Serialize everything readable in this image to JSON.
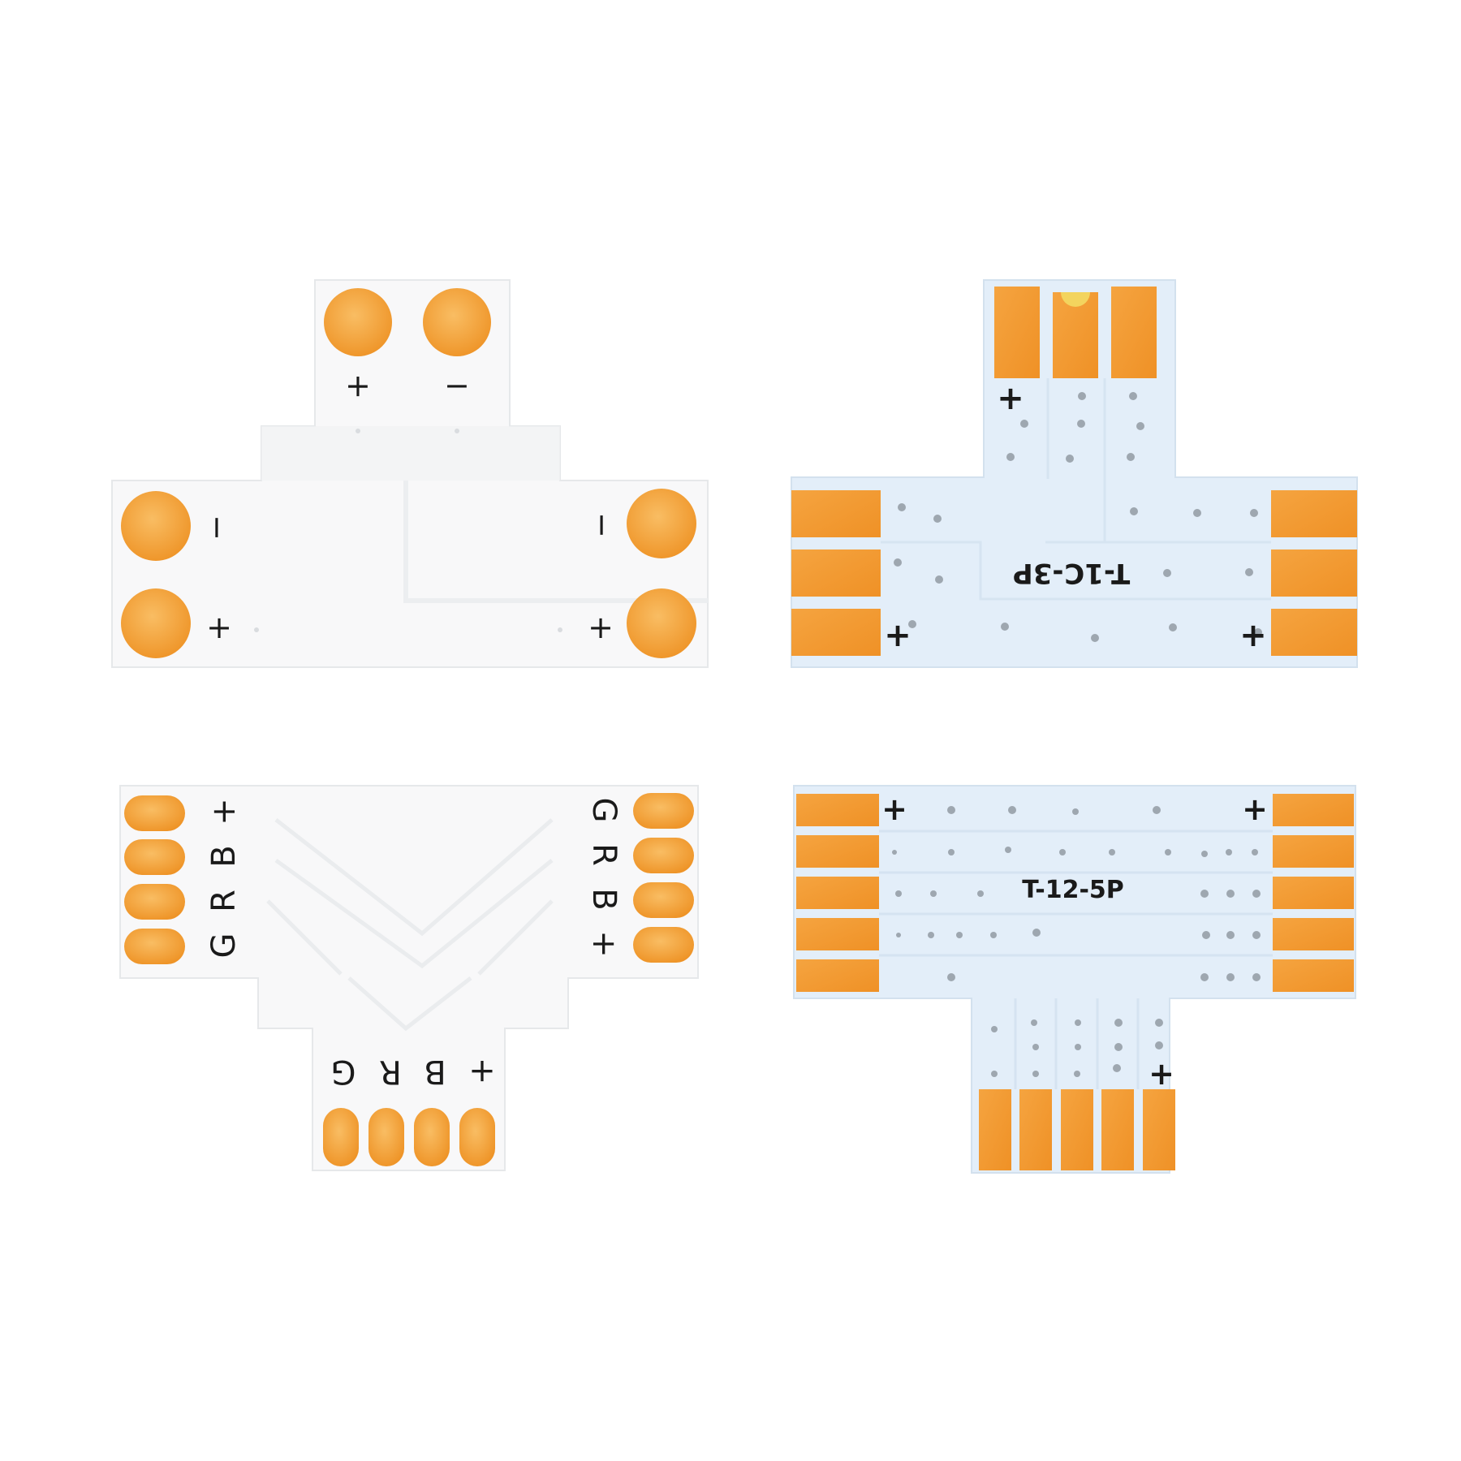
{
  "colors": {
    "background": "#ffffff",
    "board_white": "#f7f8f9",
    "board_blue": "#e2eef9",
    "copper": "#f2982e",
    "copper_light": "#f7b25a",
    "silkscreen": "#1a1a1a"
  },
  "boards": {
    "top_left": {
      "top_labels": [
        "+",
        "−"
      ],
      "left_labels": [
        "−",
        "+"
      ],
      "right_labels": [
        "−",
        "+"
      ]
    },
    "top_right": {
      "model": "T-1C-3P",
      "plus_marks": [
        "+",
        "+",
        "+"
      ]
    },
    "bottom_left": {
      "left_labels": [
        "+",
        "B",
        "R",
        "G"
      ],
      "right_labels": [
        "G",
        "R",
        "B",
        "+"
      ],
      "bottom_labels": [
        "G",
        "R",
        "B",
        "+"
      ]
    },
    "bottom_right": {
      "model": "T-12-5P",
      "plus_marks": [
        "+",
        "+",
        "+"
      ]
    }
  }
}
